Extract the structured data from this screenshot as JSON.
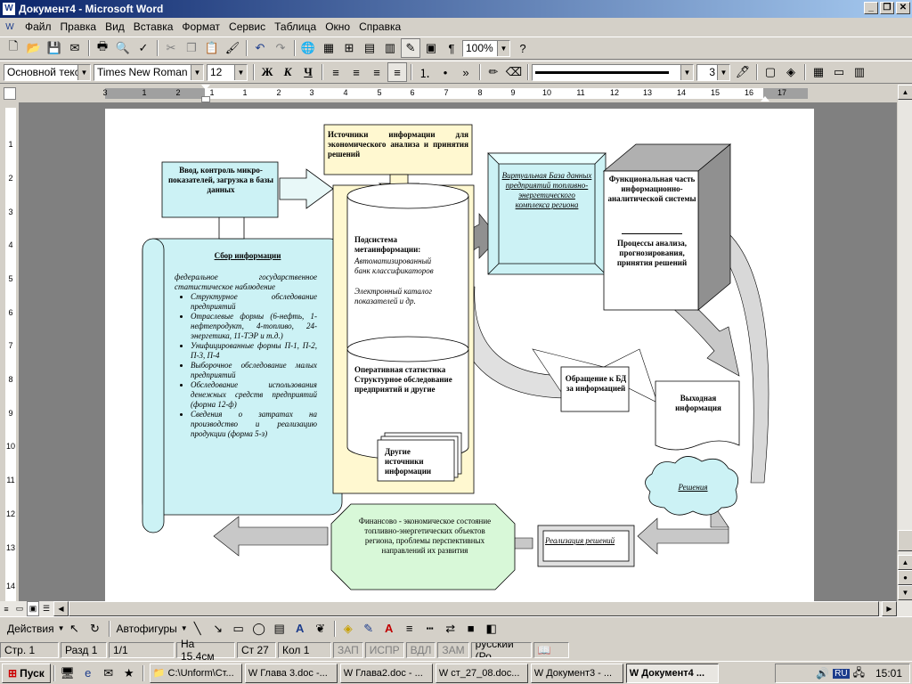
{
  "window": {
    "title": "Документ4 - Microsoft Word"
  },
  "menu": [
    "Файл",
    "Правка",
    "Вид",
    "Вставка",
    "Формат",
    "Сервис",
    "Таблица",
    "Окно",
    "Справка"
  ],
  "formatting": {
    "style": "Основной текст",
    "font": "Times New Roman",
    "size": "12",
    "line_width": "3",
    "bold": "Ж",
    "italic": "К",
    "underline": "Ч"
  },
  "standard": {
    "zoom": "100%"
  },
  "ruler": {
    "h": [
      "3",
      "1",
      "2",
      "1",
      "1",
      "2",
      "3",
      "4",
      "5",
      "6",
      "7",
      "8",
      "9",
      "10",
      "11",
      "12",
      "13",
      "14",
      "15",
      "16",
      "17"
    ],
    "v": [
      "1",
      "2",
      "3",
      "4",
      "5",
      "6",
      "7",
      "8",
      "9",
      "10",
      "11",
      "12",
      "13",
      "14"
    ]
  },
  "diagram": {
    "sources_title": "Источники информации для экономического анализа и принятия решений",
    "input_control": "Ввод, контроль микро-показателей, загрузка в базы данных",
    "virtual_db": "Виртуальная База данных предприятий топливно-энергетического комплекса региона",
    "functional_part": "Функциональная часть информационно-аналитической системы",
    "analysis": "Процессы анализа, прогнозирования, принятия решений",
    "collection_title": "Сбор информации",
    "collection_intro": "федеральное государственное статистическое наблюдение",
    "collection_items": [
      "Структурное обследование предприятий",
      "Отраслевые формы (6-нефть, 1-нефтепродукт, 4-топливо, 24-энергетика, 11-ТЭР и т.д.)",
      "Унифицированные формы П-1, П-2, П-3, П-4",
      "Выборочное обследование малых предприятий",
      "Обследование использования денежных средств предприятий (форма 12-ф)",
      "Сведения о затратах на производство и реализацию продукции (форма 5-з)"
    ],
    "meta_title": "Подсистема метаинформации:",
    "meta_items": [
      "Автоматизированный банк классификаторов",
      "Электронный каталог показателей и др."
    ],
    "operational": "Оперативная статистика Структурное обследование предприятий и другие",
    "other_sources": "Другие источники информации",
    "query": "Обращение к БД за информацией",
    "output": "Выходная информация",
    "decisions": "Решения",
    "implementation": "Реализация решений",
    "financial": "Финансово - экономическое состояние топливно-энергетических объектов региона, проблемы перспективных направлений их развития"
  },
  "drawing": {
    "actions": "Действия",
    "autoshapes": "Автофигуры"
  },
  "status": {
    "page": "Стр. 1",
    "section": "Разд 1",
    "pages": "1/1",
    "at": "На 15.4см",
    "line": "Ст 27",
    "col": "Кол 1",
    "rec": "ЗАП",
    "trk": "ИСПР",
    "ext": "ВДЛ",
    "ovr": "ЗАМ",
    "lang": "русский (Ро"
  },
  "taskbar": {
    "start": "Пуск",
    "tasks": [
      "C:\\Unform\\Ст...",
      "Глава 3.doc -...",
      "Глава2.doc - ...",
      "ст_27_08.doc...",
      "Документ3 - ...",
      "Документ4 ..."
    ],
    "lang": "RU",
    "clock": "15:01"
  }
}
